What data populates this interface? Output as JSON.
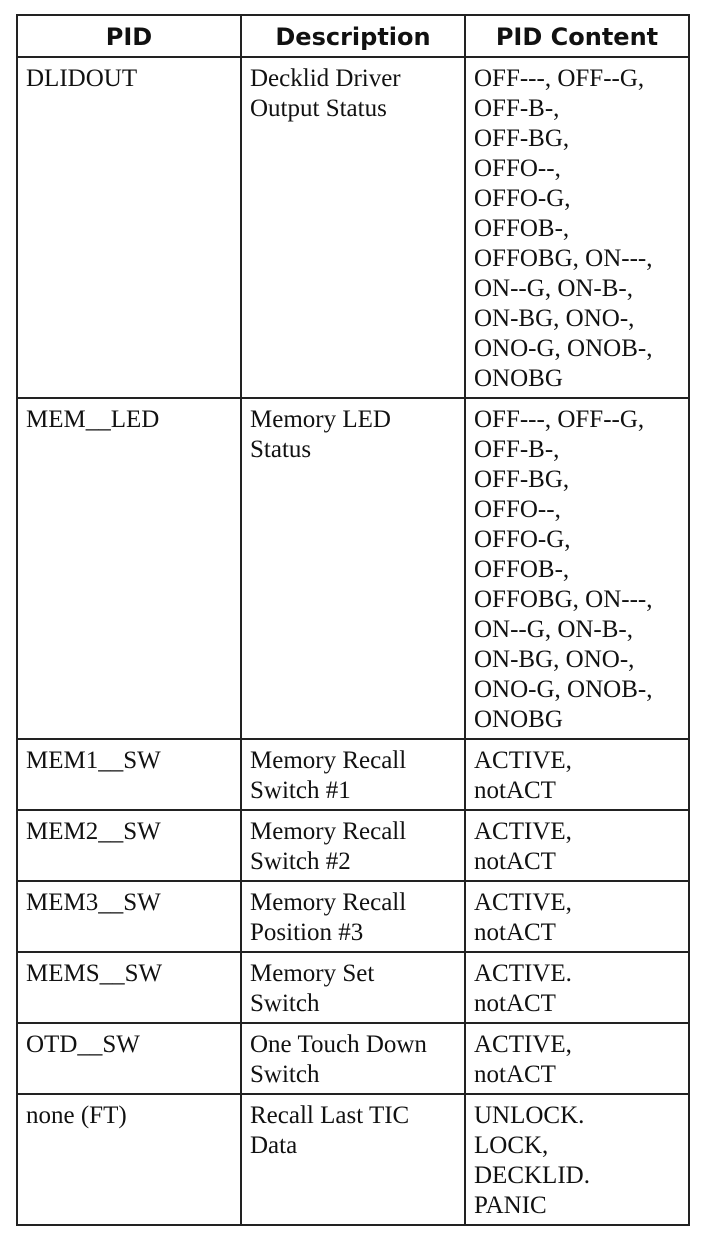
{
  "table": {
    "headers": [
      "PID",
      "Description",
      "PID Content"
    ],
    "rows": [
      {
        "pid": "DLIDOUT",
        "description": "Decklid Driver\nOutput Status",
        "content": "OFF---, OFF--G,\nOFF-B-,\nOFF-BG,\nOFFO--,\nOFFO-G,\nOFFOB-,\nOFFOBG, ON---,\nON--G, ON-B-,\nON-BG, ONO-,\nONO-G, ONOB-,\nONOBG"
      },
      {
        "pid": "MEM__LED",
        "description": "Memory LED\nStatus",
        "content": "OFF---, OFF--G,\nOFF-B-,\nOFF-BG,\nOFFO--,\nOFFO-G,\nOFFOB-,\nOFFOBG, ON---,\nON--G, ON-B-,\nON-BG, ONO-,\nONO-G, ONOB-,\nONOBG"
      },
      {
        "pid": "MEM1__SW",
        "description": "Memory Recall\nSwitch #1",
        "content": "ACTIVE,\nnotACT"
      },
      {
        "pid": "MEM2__SW",
        "description": "Memory Recall\nSwitch #2",
        "content": "ACTIVE,\nnotACT"
      },
      {
        "pid": "MEM3__SW",
        "description": "Memory Recall\nPosition #3",
        "content": "ACTIVE,\nnotACT"
      },
      {
        "pid": "MEMS__SW",
        "description": "Memory Set\nSwitch",
        "content": "ACTIVE.\nnotACT"
      },
      {
        "pid": "OTD__SW",
        "description": "One Touch Down\nSwitch",
        "content": "ACTIVE,\nnotACT"
      },
      {
        "pid": "none (FT)",
        "description": "Recall Last TIC\nData",
        "content": "UNLOCK.\nLOCK,\nDECKLID.\nPANIC"
      }
    ]
  }
}
